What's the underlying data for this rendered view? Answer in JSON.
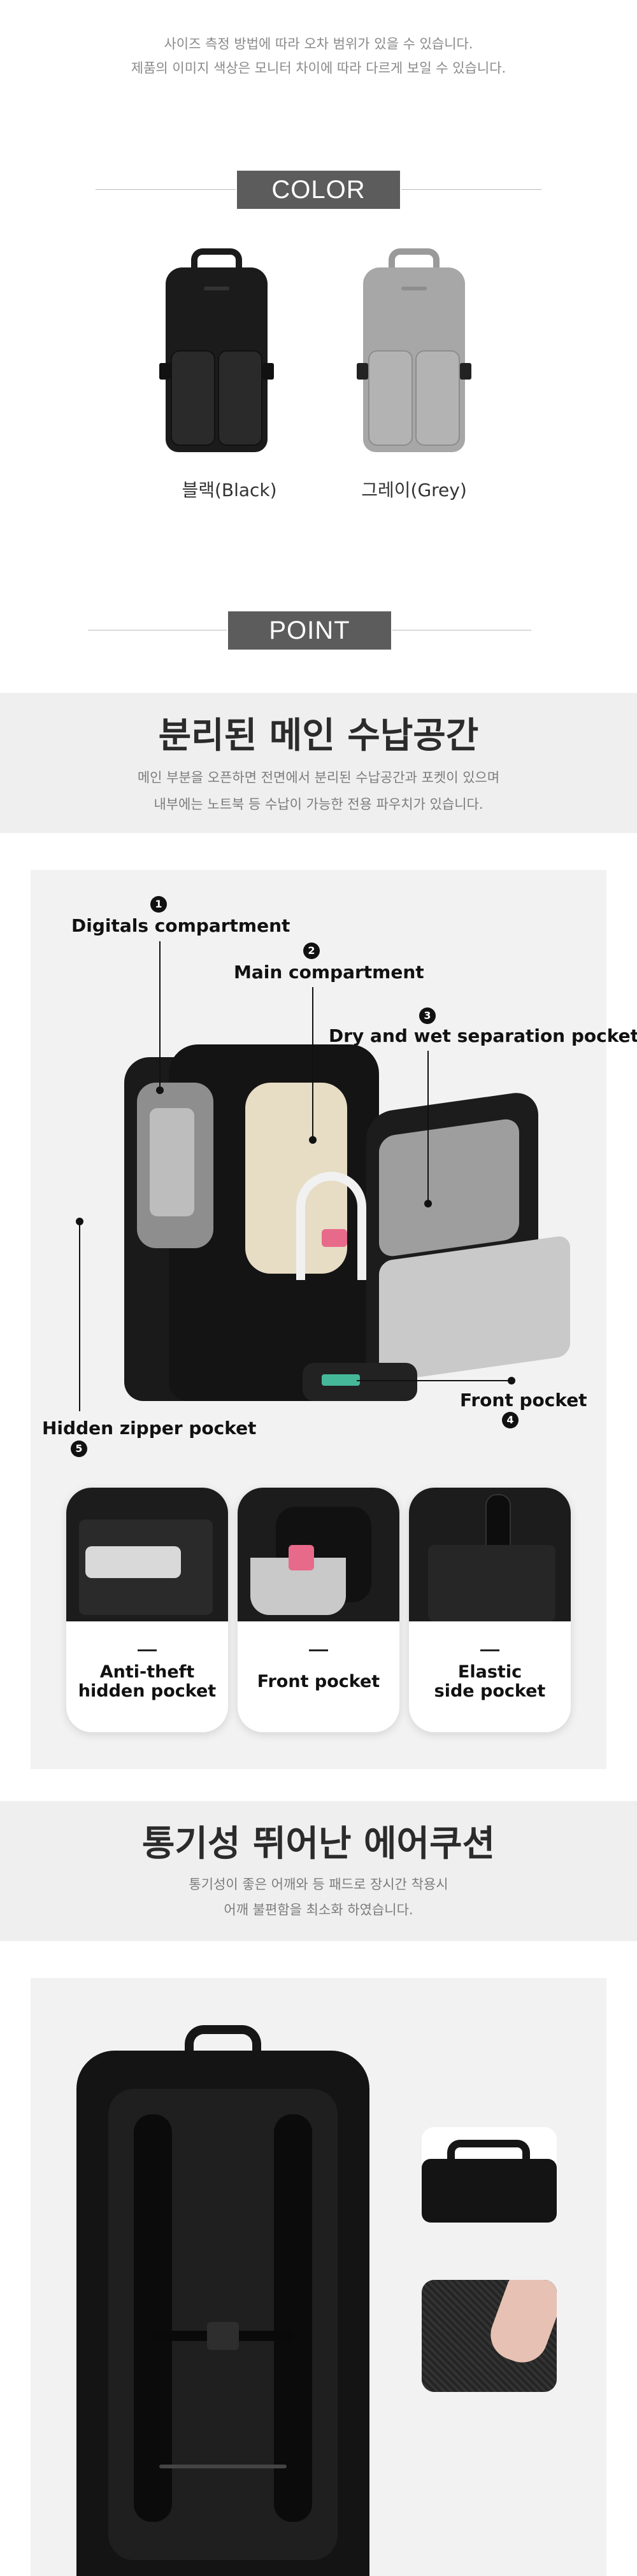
{
  "notice": {
    "line1": "사이즈 측정 방법에 따라 오차 범위가 있을 수 있습니다.",
    "line2": "제품의 이미지 색상은 모니터 차이에 따라 다르게 보일 수 있습니다."
  },
  "color_section": {
    "heading": "COLOR",
    "variants": [
      {
        "label": "블랙(Black)",
        "swatch": "#1b1b1b"
      },
      {
        "label": "그레이(Grey)",
        "swatch": "#a7a7a7"
      }
    ]
  },
  "point_section": {
    "heading": "POINT"
  },
  "storage_banner": {
    "title": "분리된 메인 수납공간",
    "desc1": "메인 부분을 오픈하면 전면에서 분리된 수납공간과 포켓이 있으며",
    "desc2": "내부에는 노트북 등 수납이 가능한 전용 파우치가 있습니다."
  },
  "compartments": [
    {
      "num": "1",
      "label": "Digitals compartment"
    },
    {
      "num": "2",
      "label": "Main compartment"
    },
    {
      "num": "3",
      "label": "Dry and wet separation pocket"
    },
    {
      "num": "4",
      "label": "Front pocket"
    },
    {
      "num": "5",
      "label": "Hidden zipper pocket"
    }
  ],
  "detail_cards": [
    {
      "line1": "Anti-theft",
      "line2": "hidden pocket"
    },
    {
      "line1": "Front pocket",
      "line2": ""
    },
    {
      "line1": "Elastic",
      "line2": "side pocket"
    }
  ],
  "aircushion_banner": {
    "title": "통기성 뛰어난 에어쿠션",
    "desc1": "통기성이 좋은 어깨와 등 패드로 장시간 착용시",
    "desc2": "어깨 불편함을 최소화 하였습니다."
  },
  "colors": {
    "pill": "#5c5c5c",
    "banner": "#efefef",
    "panel": "#f2f2f2"
  }
}
